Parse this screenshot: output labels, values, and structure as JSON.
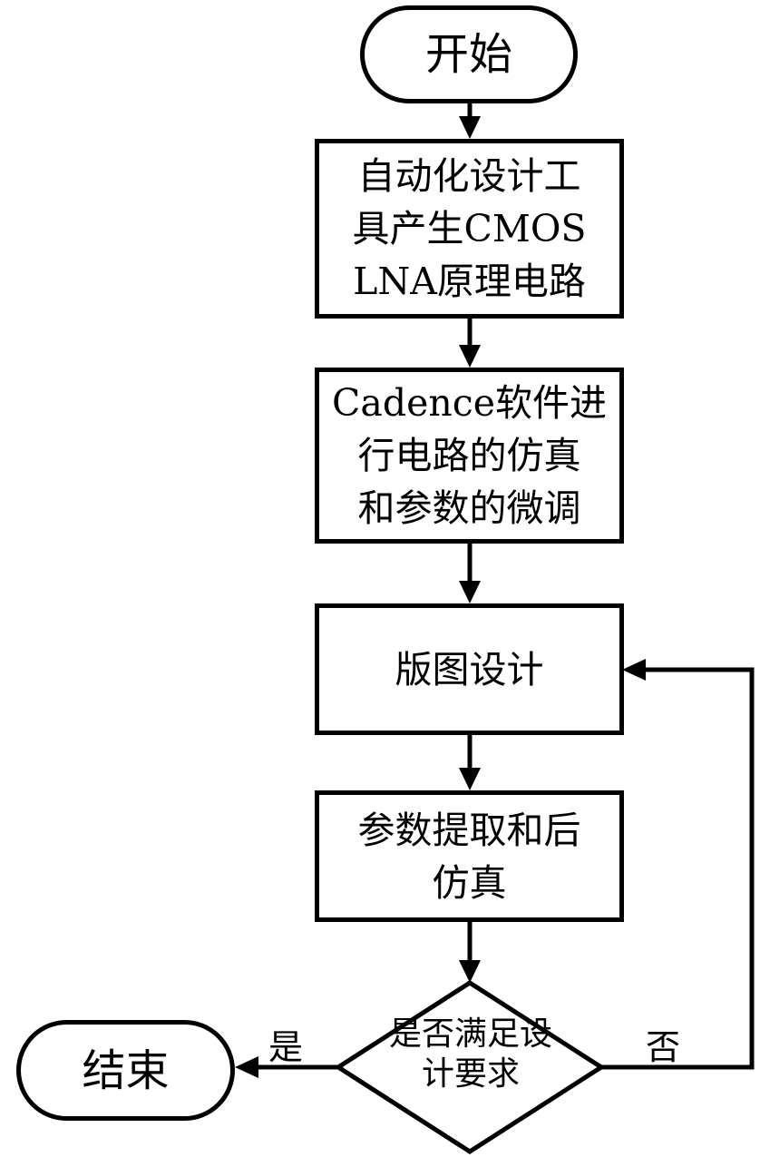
{
  "nodes": {
    "start": "开始",
    "generate": "自动化设计工\n具产生CMOS\nLNA原理电路",
    "simulate": "Cadence软件进\n行电路的仿真\n和参数的微调",
    "layout": "版图设计",
    "extract": "参数提取和后\n仿真",
    "decision": "是否满足设\n计要求",
    "end": "结束"
  },
  "edge_labels": {
    "yes": "是",
    "no": "否"
  },
  "colors": {
    "stroke": "#000000",
    "background": "#ffffff"
  }
}
